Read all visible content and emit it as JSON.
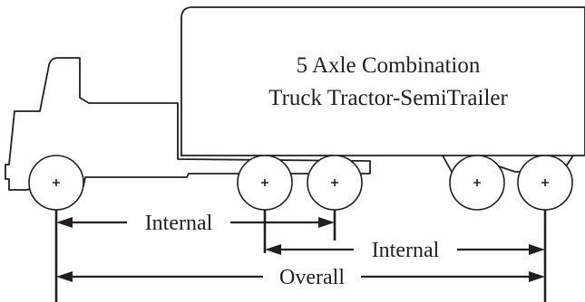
{
  "diagram": {
    "title_line1": "5 Axle Combination",
    "title_line2": "Truck Tractor-SemiTrailer",
    "dimensions": {
      "internal_1": "Internal",
      "internal_2": "Internal",
      "overall": "Overall"
    },
    "axle_count": 5
  }
}
